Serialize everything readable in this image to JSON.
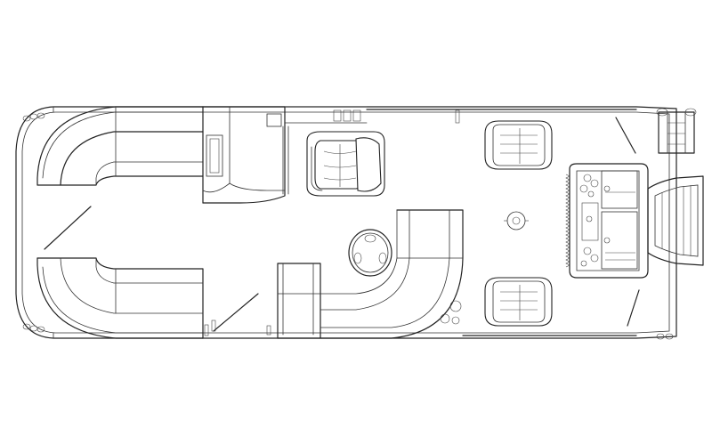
{
  "diagram": {
    "kind": "pontoon-boat-floorplan-line-drawing",
    "stroke_color": "#222222",
    "background_color": "#ffffff",
    "parts": [
      "hull-outline",
      "bow-lounge-port",
      "bow-lounge-starboard",
      "helm-console",
      "captain-chair",
      "dining-table",
      "rear-lounge",
      "aft-seat-port",
      "aft-seat-starboard",
      "rear-entertainment-center",
      "swim-ladder",
      "sun-pad",
      "bimini-top-struts"
    ]
  }
}
